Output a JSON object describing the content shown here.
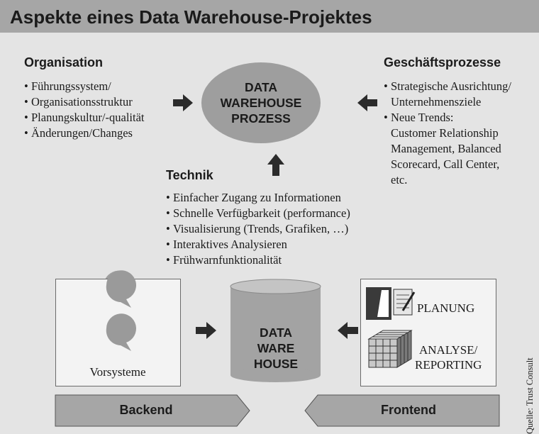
{
  "title": "Aspekte eines Data Warehouse-Projektes",
  "organisation": {
    "heading": "Organisation",
    "items": [
      "Führungssystem/",
      "Organisationsstruktur",
      "Planungskultur/-qualität",
      "Änderungen/Changes"
    ]
  },
  "process": {
    "line1": "DATA",
    "line2": "WAREHOUSE",
    "line3": "PROZESS"
  },
  "geschaeftsprozesse": {
    "heading": "Geschäftsprozesse",
    "item1_line1": "Strategische Ausrichtung/",
    "item1_line2": "Unternehmensziele",
    "item2_line1": "Neue Trends:",
    "item2_line2": "Customer Relationship",
    "item2_line3": "Management, Balanced",
    "item2_line4": "Scorecard, Call Center,",
    "item2_line5": "etc."
  },
  "technik": {
    "heading": "Technik",
    "items": [
      "Einfacher Zugang zu Informationen",
      "Schnelle Verfügbarkeit (performance)",
      "Visualisierung (Trends, Grafiken, …)",
      "Interaktives Analysieren",
      "Frühwarnfunktionalität"
    ]
  },
  "warehouse": {
    "line1": "DATA",
    "line2": "WARE",
    "line3": "HOUSE"
  },
  "backend_panel": {
    "label": "Vorsysteme"
  },
  "frontend_panel": {
    "planung": "PLANUNG",
    "analyse_line1": "ANALYSE/",
    "analyse_line2": "REPORTING"
  },
  "backend_label": "Backend",
  "frontend_label": "Frontend",
  "bullet": "•",
  "source": "Quelle: Trust Consult",
  "colors": {
    "background": "#e4e4e4",
    "title_bar": "#a6a6a6",
    "ellipse": "#9e9e9e",
    "arrow": "#2b2b2b",
    "panel": "#f3f3f3",
    "chevron": "#a6a6a6"
  }
}
